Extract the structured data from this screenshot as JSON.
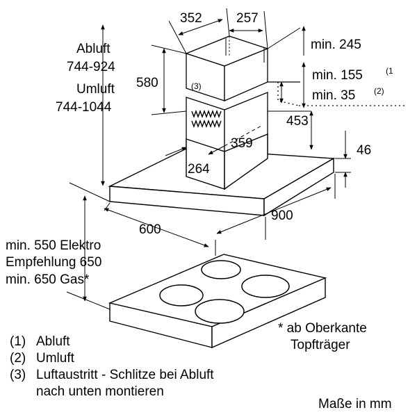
{
  "dimensions": {
    "chimney_width": "352",
    "chimney_depth": "257",
    "min_top": "min. 245",
    "chimney_height": "580",
    "min_155": "min. 155",
    "sup_1": "(1",
    "min_35": "min. 35",
    "sup_2": "(2)",
    "offset_453": "453",
    "offset_359": "359",
    "offset_264": "264",
    "thickness": "46",
    "hood_width": "900",
    "hood_depth": "600",
    "vent_marker": "(3)"
  },
  "height_labels": {
    "abluft": "Abluft",
    "abluft_range": "744-924",
    "umluft": "Umluft",
    "umluft_range": "744-1044"
  },
  "clearance_labels": {
    "line1": "min. 550 Elektro",
    "line2": "Empfehlung 650",
    "line3": "min. 650 Gas*"
  },
  "footnote": {
    "line1": "* ab Oberkante",
    "line2": "Topfträger"
  },
  "legend": [
    {
      "num": "(1)",
      "text": "Abluft"
    },
    {
      "num": "(2)",
      "text": "Umluft"
    },
    {
      "num": "(3)",
      "text": "Luftaustritt - Schlitze bei Abluft"
    },
    {
      "num": "",
      "text": "nach unten montieren"
    }
  ],
  "units": "Maße in mm"
}
